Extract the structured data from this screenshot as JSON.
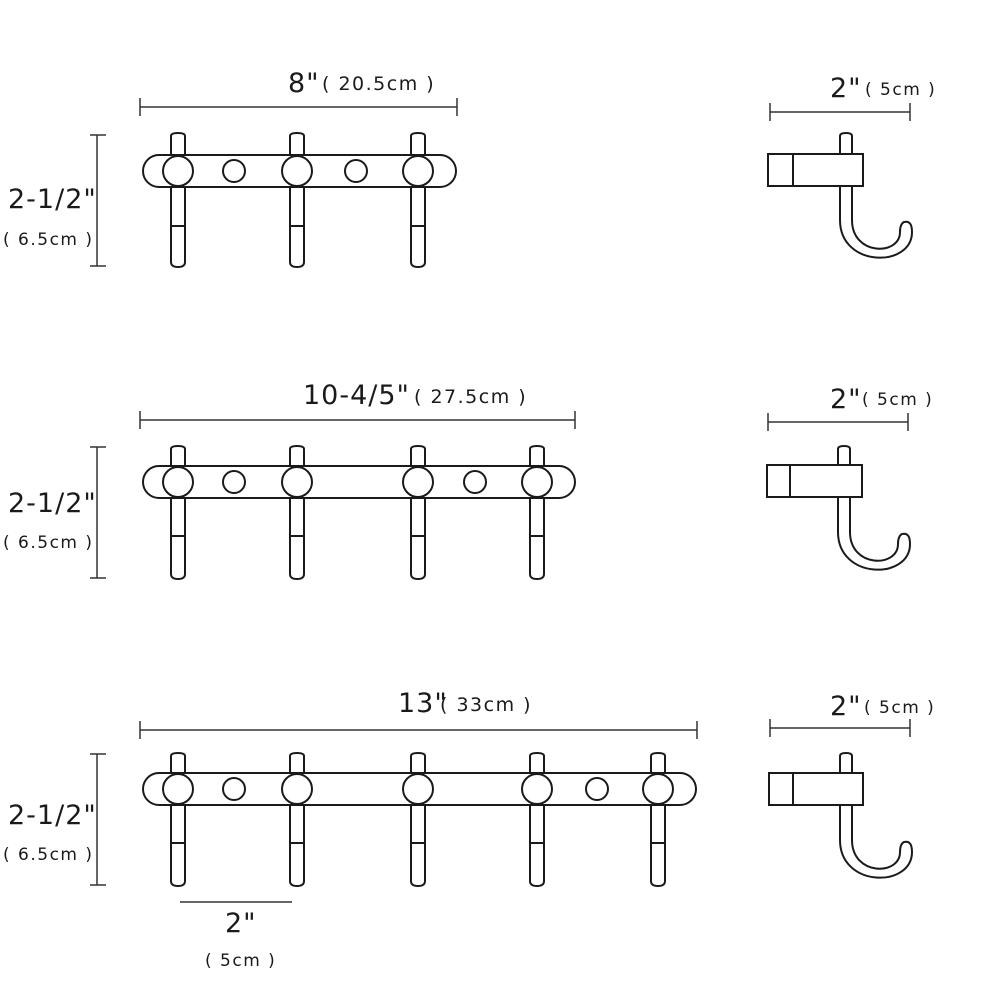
{
  "colors": {
    "stroke": "#1a1a1a",
    "background": "#ffffff",
    "dimension_line": "#333333"
  },
  "racks": [
    {
      "hook_count": 3,
      "width_label": "8\"",
      "width_cm": "( 20.5cm )",
      "height_label": "2-1/2\"",
      "height_cm": "( 6.5cm )",
      "side_width_label": "2\"",
      "side_width_cm": "( 5cm )"
    },
    {
      "hook_count": 4,
      "width_label": "10-4/5\"",
      "width_cm": "( 27.5cm )",
      "height_label": "2-1/2\"",
      "height_cm": "( 6.5cm )",
      "side_width_label": "2\"",
      "side_width_cm": "( 5cm )"
    },
    {
      "hook_count": 5,
      "width_label": "13\"",
      "width_cm": "( 33cm )",
      "height_label": "2-1/2\"",
      "height_cm": "( 6.5cm )",
      "side_width_label": "2\"",
      "side_width_cm": "( 5cm )"
    }
  ],
  "hook_spacing": {
    "label": "2\"",
    "cm": "( 5cm )"
  }
}
